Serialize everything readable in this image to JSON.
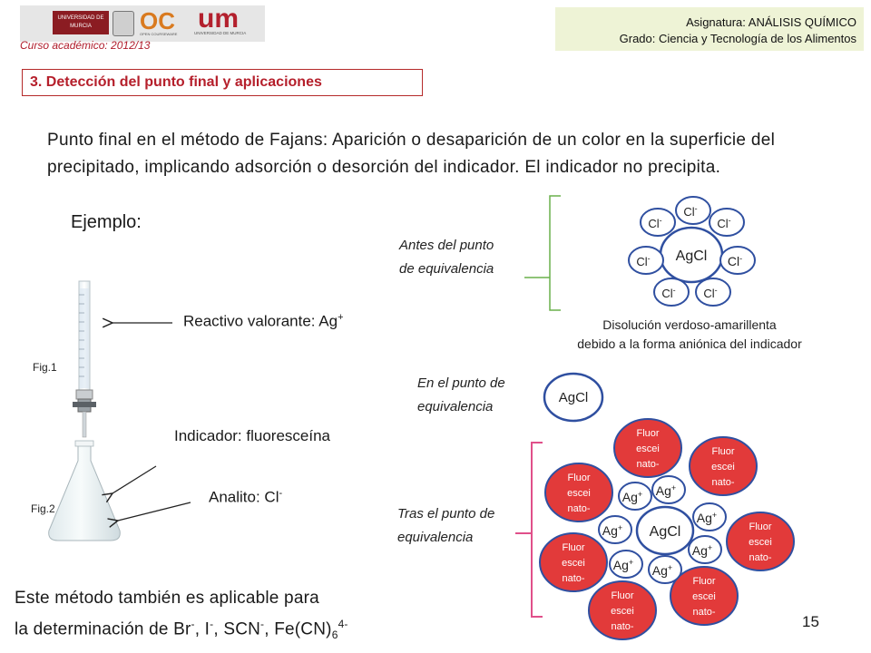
{
  "header": {
    "logo_university": "UNIVERSIDAD DE MURCIA",
    "logo_ocw_text": "OC",
    "logo_ocw_sub": "OPEN COURSEWARE",
    "logo_um_text": "um",
    "logo_um_sub": "UNIVERSIDAD DE MURCIA",
    "course_year": "Curso académico: 2012/13",
    "subject": "Asignatura: ANÁLISIS QUÍMICO",
    "degree": "Grado: Ciencia y Tecnología de los Alimentos"
  },
  "section_title": "3. Detección del punto final y aplicaciones",
  "intro": "Punto final en el método de Fajans: Aparición o desaparición de un color en la superficie del precipitado, implicando adsorción o desorción del indicador. El indicador no precipita.",
  "ejemplo": "Ejemplo:",
  "fig1": "Fig.1",
  "fig2": "Fig.2",
  "reactivo": "Reactivo valorante: Ag",
  "reactivo_sup": "+",
  "indicador": "Indicador: fluoresceína",
  "analito": "Analito: Cl",
  "analito_sup": "-",
  "before_label": [
    "Antes del punto",
    "de equivalencia"
  ],
  "at_label": [
    "En el punto de",
    "equivalencia"
  ],
  "after_label": [
    "Tras el punto de",
    "equivalencia"
  ],
  "before_caption": [
    "Disolución verdoso-amarillenta",
    "debido a la forma aniónica del indicador"
  ],
  "agcl": "AgCl",
  "cl_text": "Cl",
  "cl_sup": "-",
  "ag_text": "Ag",
  "ag_sup": "+",
  "fluor_lines": [
    "Fluor",
    "escei",
    "nato-"
  ],
  "footer_line1": "Este método también es aplicable para",
  "footer_line2_pre": "la determinación de Br",
  "footer_br_sup": "-",
  "footer_i": ", I",
  "footer_i_sup": "-",
  "footer_scn": ", SCN",
  "footer_scn_sup": "-",
  "footer_fe": ", Fe(CN)",
  "footer_fe_sub": "6",
  "footer_fe_sup": "4-",
  "page_number": "15",
  "colors": {
    "accent_red": "#b51f2b",
    "circle_border": "#2f4fa0",
    "fluor_fill": "#e23a3a",
    "bracket_green": "#6ab04c",
    "bracket_pink": "#e0508a",
    "header_bg": "#eef3d6"
  }
}
